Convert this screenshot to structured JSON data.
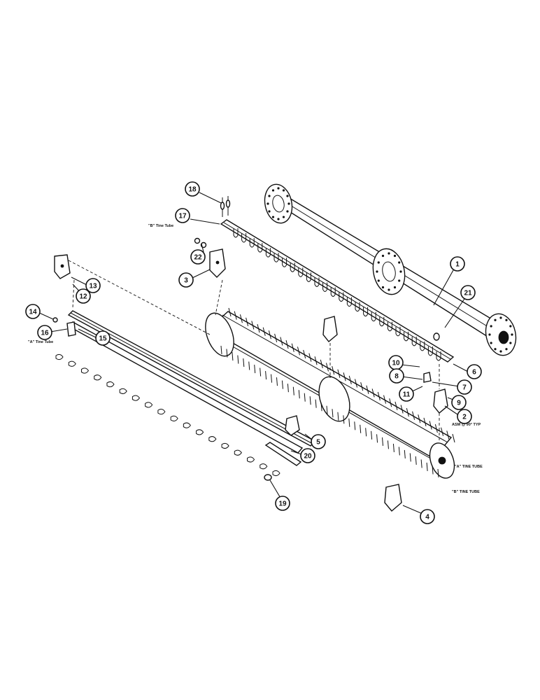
{
  "callouts": [
    "1",
    "2",
    "3",
    "4",
    "5",
    "6",
    "7",
    "8",
    "9",
    "10",
    "11",
    "12",
    "13",
    "14",
    "15",
    "16",
    "17",
    "18",
    "19",
    "20",
    "21",
    "22"
  ],
  "notes": {
    "b_tine_tube_top": "\"B\" Tine Tube",
    "a_tine_tube_left": "\"A\" Tine Tube",
    "asm_typ": "ASM @ 90° TYP",
    "a_tine_tube_right": "\"A\" TINE TUBE",
    "b_tine_tube_bottom": "\"B\" TINE TUBE"
  },
  "colors": {
    "ink": "#111111",
    "paper": "#ffffff"
  }
}
